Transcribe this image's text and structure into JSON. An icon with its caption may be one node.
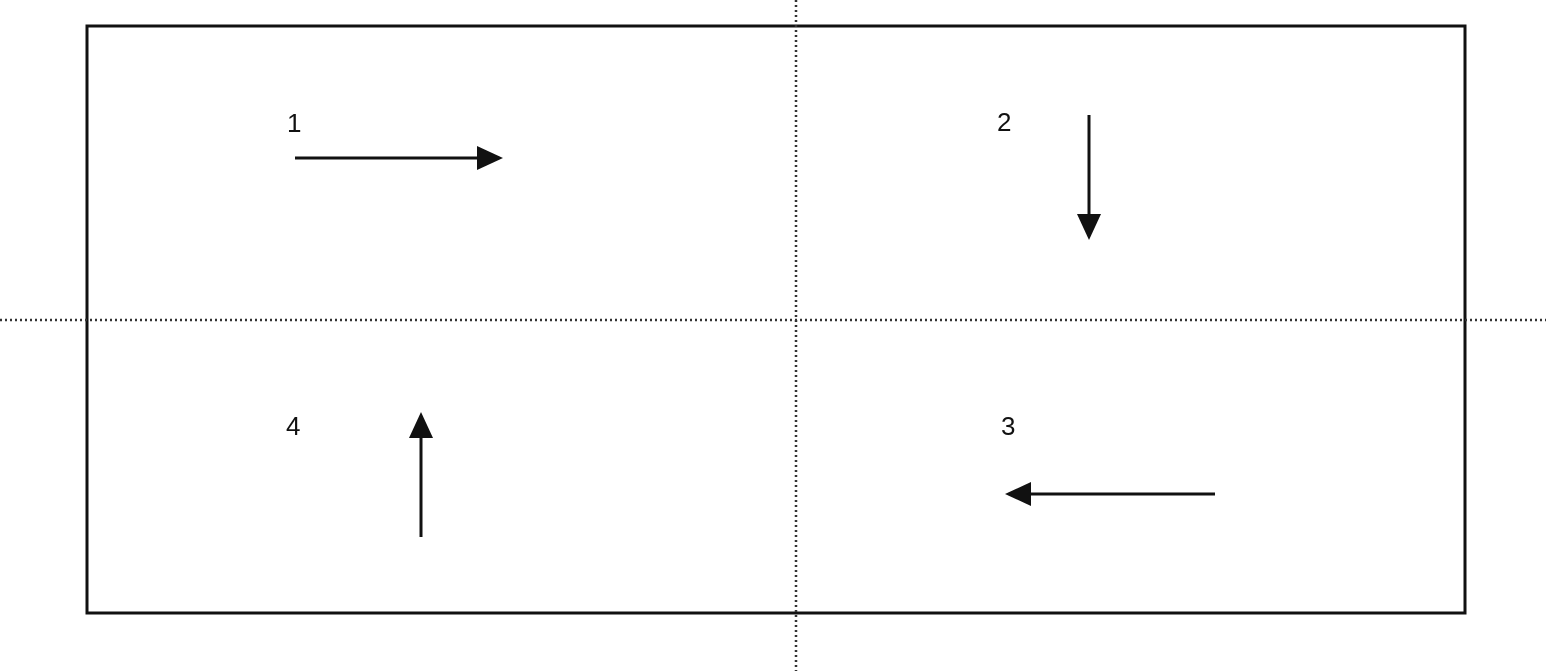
{
  "diagram": {
    "labels": [
      "1",
      "2",
      "4",
      "3"
    ]
  }
}
